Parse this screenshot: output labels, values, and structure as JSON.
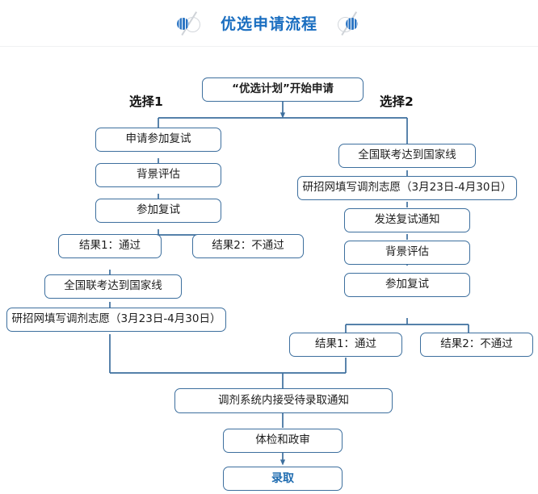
{
  "header": {
    "title": "优选申请流程",
    "left_icon": "circle-slash-icon",
    "right_icon": "circle-slash-icon"
  },
  "flow": {
    "start": {
      "label": "“优选计划”开始申请"
    },
    "branch_labels": {
      "left": "选择1",
      "right": "选择2"
    },
    "left_path": [
      {
        "id": "l1",
        "label": "申请参加复试"
      },
      {
        "id": "l2",
        "label": "背景评估"
      },
      {
        "id": "l3",
        "label": "参加复试"
      },
      {
        "id": "l4a",
        "label": "结果1：通过"
      },
      {
        "id": "l4b",
        "label": "结果2：不通过"
      },
      {
        "id": "l5",
        "label": "全国联考达到国家线"
      },
      {
        "id": "l6",
        "label": "研招网填写调剂志愿（3月23日-4月30日）"
      }
    ],
    "right_path": [
      {
        "id": "r1",
        "label": "全国联考达到国家线"
      },
      {
        "id": "r2",
        "label": "研招网填写调剂志愿（3月23日-4月30日）"
      },
      {
        "id": "r3",
        "label": "发送复试通知"
      },
      {
        "id": "r4",
        "label": "背景评估"
      },
      {
        "id": "r5",
        "label": "参加复试"
      },
      {
        "id": "r6a",
        "label": "结果1：通过"
      },
      {
        "id": "r6b",
        "label": "结果2：不通过"
      }
    ],
    "merge_path": [
      {
        "id": "m1",
        "label": "调剂系统内接受待录取通知"
      },
      {
        "id": "m2",
        "label": "体检和政审"
      },
      {
        "id": "m3",
        "label": "录取"
      }
    ]
  },
  "colors": {
    "title_blue": "#1a6ec0",
    "node_border": "#3d6f9e",
    "edge": "#3d6f9e",
    "finish_text": "#1f6cb0",
    "background": "#ffffff"
  }
}
